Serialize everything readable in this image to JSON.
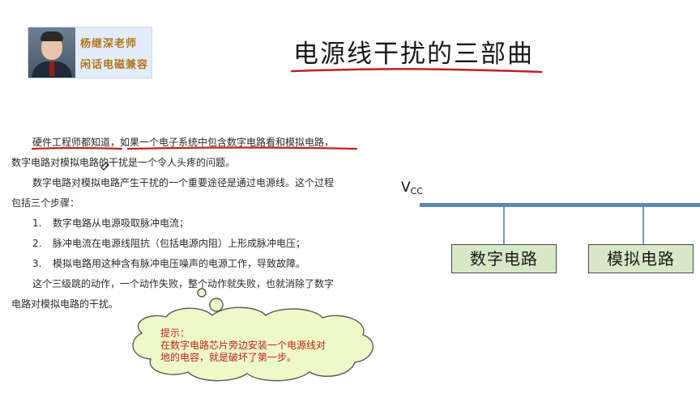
{
  "badge": {
    "line1": "杨继深老师",
    "line2": "闲话电磁兼容"
  },
  "title": "电源线干扰的三部曲",
  "body": {
    "p1_line1_a": "硬件工程师都知道",
    "p1_line1_b": "，",
    "p1_line1_c": "如果一个电子系统中包含数字电路看和模拟电路",
    "p1_line1_d": "，",
    "p1_line2": "数字电路对模拟电路的干扰是一个令人头疼的问题。",
    "p2_line1": "数字电路对模拟电路产生干扰的一个重要途径是通过电源线。这个过程",
    "p2_line2": "包括三个步骤：",
    "steps": [
      {
        "num": "1.",
        "text": "数字电路从电源吸取脉冲电流；"
      },
      {
        "num": "2.",
        "text": "脉冲电流在电源线阻抗（包括电源内阻）上形成脉冲电压；"
      },
      {
        "num": "3.",
        "text": "模拟电路用这种含有脉冲电压噪声的电源工作，导致故障。"
      }
    ],
    "p3_line1": "这个三级跳的动作，一个动作失败，整个动作就失败，也就消除了数字",
    "p3_line2": "电路对模拟电路的干扰。"
  },
  "hint": {
    "label": "提示：",
    "line1": "在数字电路芯片旁边安装一个电源线对",
    "line2": "地的电容，就是破坏了第一步。"
  },
  "diagram": {
    "vcc_main": "V",
    "vcc_sub": "CC",
    "box_digital": "数字电路",
    "box_analog": "模拟电路"
  },
  "colors": {
    "ink_red": "#c0221e",
    "bus_blue": "#5b87b5",
    "box_green": "#d7e8c6",
    "cloud_fill": "#eef9c8",
    "badge_gold": "#b0761a"
  }
}
